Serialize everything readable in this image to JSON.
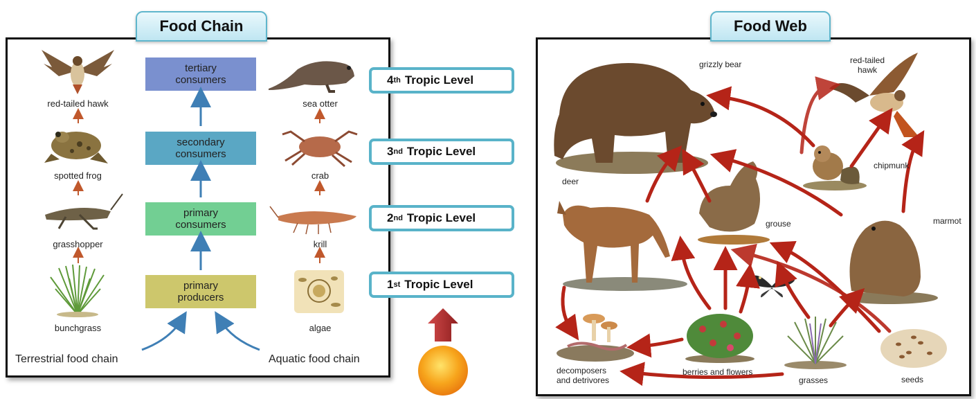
{
  "food_chain": {
    "title": "Food Chain",
    "terrestrial": [
      "red-tailed hawk",
      "spotted frog",
      "grasshopper",
      "bunchgrass"
    ],
    "aquatic": [
      "sea otter",
      "crab",
      "krill",
      "algae"
    ],
    "levels": [
      {
        "label": "tertiary consumers",
        "line1": "tertiary",
        "line2": "consumers",
        "color": "#6f86c9"
      },
      {
        "label": "secondary consumers",
        "line1": "secondary",
        "line2": "consumers",
        "color": "#5aa7c4"
      },
      {
        "label": "primary consumers",
        "line1": "primary",
        "line2": "consumers",
        "color": "#6ccc8e"
      },
      {
        "label": "primary producers",
        "line1": "primary",
        "line2": "producers",
        "color": "#c9c466"
      }
    ],
    "terrestrial_caption": "Terrestrial food chain",
    "aquatic_caption": "Aquatic food chain"
  },
  "tropic_levels": [
    {
      "num": "4",
      "sup": "th",
      "text": "Tropic Level"
    },
    {
      "num": "3",
      "sup": "nd",
      "text": "Tropic Level"
    },
    {
      "num": "2",
      "sup": "nd",
      "text": "Tropic Level"
    },
    {
      "num": "1",
      "sup": "st",
      "text": "Tropic Level"
    }
  ],
  "food_web": {
    "title": "Food Web",
    "labels": {
      "grizzly_bear": "grizzly bear",
      "hawk_line1": "red-tailed",
      "hawk_line2": "hawk",
      "chipmunk": "chipmunk",
      "deer": "deer",
      "grouse": "grouse",
      "marmot": "marmot",
      "decomposers_line1": "decomposers",
      "decomposers_line2": "and detrivores",
      "berries": "berries and flowers",
      "grasses": "grasses",
      "seeds": "seeds"
    }
  },
  "colors": {
    "tab_border": "#5fb6cc",
    "chain_arrow_up": "#c0582c",
    "chain_arrow_blue": "#3f7fb5",
    "web_arrow": "#b52418",
    "sun": "#f7a51c"
  }
}
